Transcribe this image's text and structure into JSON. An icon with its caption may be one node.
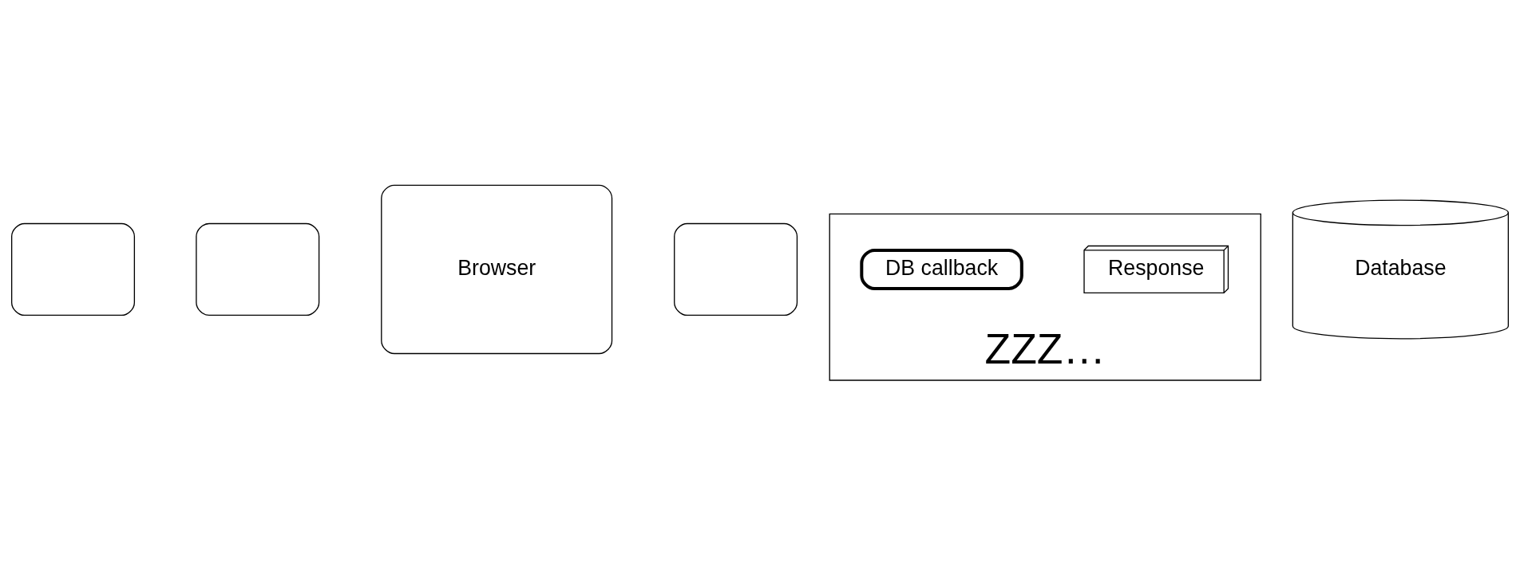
{
  "diagram": {
    "nodes": [
      {
        "text": [],
        "shape": "box"
      },
      {
        "text": [],
        "shape": "box"
      },
      {
        "text": [
          "Browser"
        ]
      },
      {
        "text": [],
        "shape": "box"
      },
      {
        "text": [
          "ZZZ…"
        ]
      },
      {
        "text": [
          "Response"
        ],
        "in": 4
      },
      {
        "text": [
          "DB callback"
        ],
        "in": 4
      },
      {
        "text": [
          "Database"
        ]
      }
    ],
    "edges": []
  }
}
